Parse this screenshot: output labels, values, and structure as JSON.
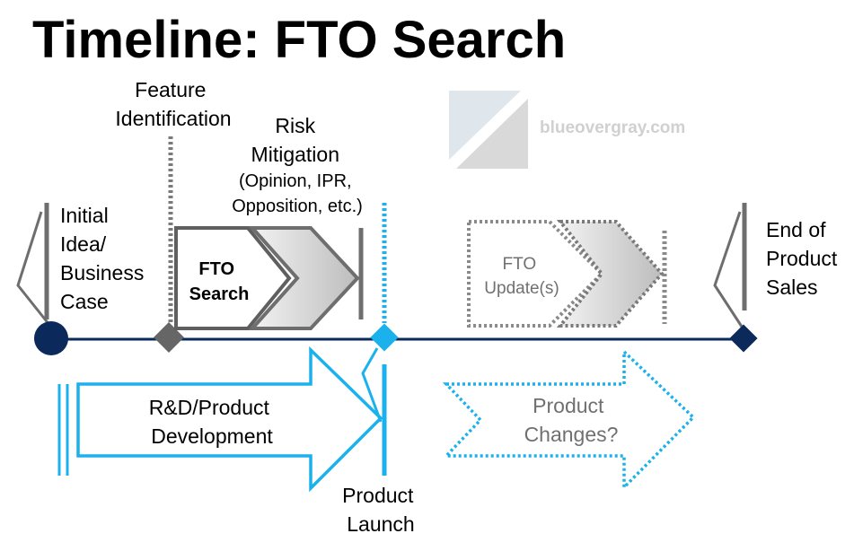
{
  "title": "Timeline: FTO Search",
  "watermark": {
    "text": "blueovergray.com"
  },
  "labels": {
    "feature_identification": [
      "Feature",
      "Identification"
    ],
    "risk_mitigation": [
      "Risk",
      "Mitigation",
      "(Opinion, IPR,",
      "Opposition, etc.)"
    ],
    "initial_idea": [
      "Initial",
      "Idea/",
      "Business",
      "Case"
    ],
    "end_of_product_sales": [
      "End of",
      "Product",
      "Sales"
    ],
    "fto_search": [
      "FTO",
      "Search"
    ],
    "fto_update": [
      "FTO",
      "Update(s)"
    ],
    "rd_product_development": [
      "R&D/Product",
      "Development"
    ],
    "product_changes": [
      "Product",
      "Changes?"
    ],
    "product_launch": [
      "Product",
      "Launch"
    ]
  },
  "colors": {
    "navy": "#0b2a5b",
    "blue": "#1ab1ec",
    "gray": "#6e6e6e",
    "dark_gray": "#5f5f5f",
    "light_gray": "#d4d4d4",
    "text_gray": "#707070",
    "watermark_blue": "#dfe7ec",
    "watermark_gray": "#d9d9d9"
  }
}
